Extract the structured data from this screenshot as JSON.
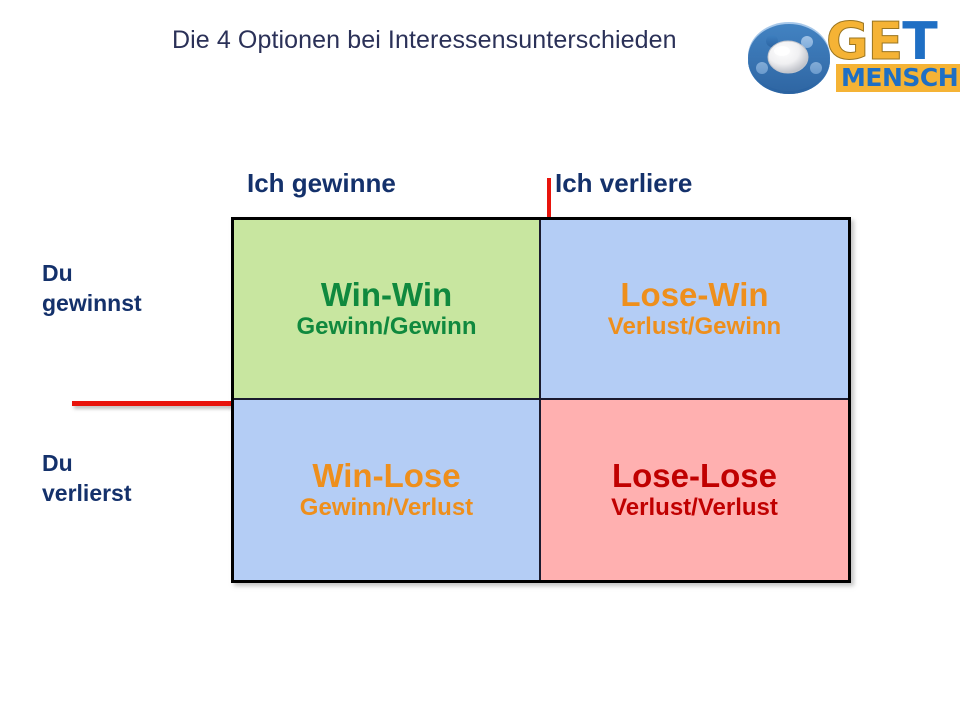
{
  "slide": {
    "title": "Die 4 Optionen bei Interessensunterschieden",
    "background_color": "#ffffff",
    "title_color": "#2b3158"
  },
  "logo": {
    "mark_name": "puzzle-circle-sphere-icon",
    "word_get_part1": "GE",
    "word_get_part2": "T",
    "word_mensch": "MENSCH",
    "gold": "#f5b335",
    "blue": "#1f6fc4"
  },
  "matrix": {
    "column_headers": [
      {
        "id": "win",
        "label": "Ich gewinne"
      },
      {
        "id": "lose",
        "label": "Ich verliere"
      }
    ],
    "row_labels": [
      {
        "id": "win",
        "line1": "Du",
        "line2": "gewinnst"
      },
      {
        "id": "lose",
        "line1": "Du",
        "line2": "verlierst"
      }
    ],
    "quadrants": [
      {
        "id": "win-win",
        "title": "Win-Win",
        "subtitle": "Gewinn/Gewinn",
        "bg_color": "#c8e6a0",
        "text_color": "#10893e"
      },
      {
        "id": "lose-win",
        "title": "Lose-Win",
        "subtitle": "Verlust/Gewinn",
        "bg_color": "#b4cdf5",
        "text_color": "#ee8f1c"
      },
      {
        "id": "win-lose",
        "title": "Win-Lose",
        "subtitle": "Gewinn/Verlust",
        "bg_color": "#b4cdf5",
        "text_color": "#ee8f1c"
      },
      {
        "id": "lose-lose",
        "title": "Lose-Lose",
        "subtitle": "Verlust/Verlust",
        "bg_color": "#ffb0b0",
        "text_color": "#c00000"
      }
    ],
    "border_color": "#000000",
    "divider_color": "#1a1a2e"
  },
  "guides": {
    "vertical_line_color": "#e8140c",
    "horizontal_line_color": "#e8140c"
  }
}
